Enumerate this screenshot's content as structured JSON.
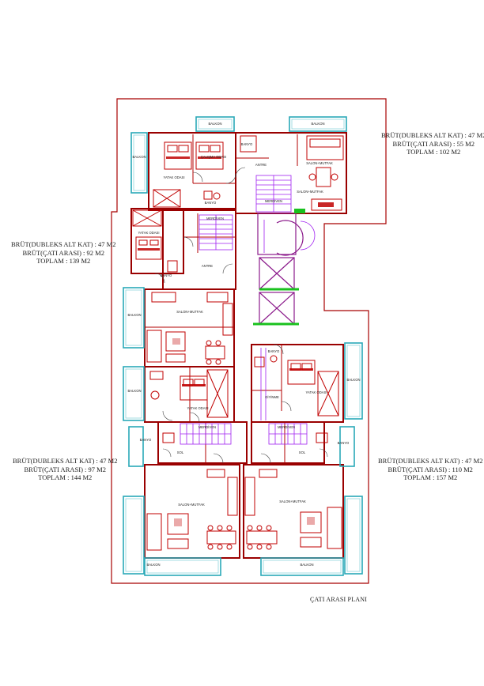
{
  "plan_title": "ÇATI ARASI PLANI",
  "units": {
    "top_right": {
      "dubleks": "BRÜT(DUBLEKS ALT KAT) : 47 M2",
      "cati": "BRÜT(ÇATI ARASI) : 55 M2",
      "toplam": "TOPLAM : 102 M2"
    },
    "mid_left": {
      "dubleks": "BRÜT(DUBLEKS ALT KAT) : 47 M2",
      "cati": "BRÜT(ÇATI ARASI) : 92 M2",
      "toplam": "TOPLAM : 139 M2"
    },
    "bottom_left": {
      "dubleks": "BRÜT(DUBLEKS ALT KAT) : 47 M2",
      "cati": "BRÜT(ÇATI ARASI) : 97 M2",
      "toplam": "TOPLAM : 144 M2"
    },
    "bottom_right": {
      "dubleks": "BRÜT(DUBLEKS ALT KAT) : 47 M2",
      "cati": "BRÜT(ÇATI ARASI) : 110 M2",
      "toplam": "TOPLAM : 157 M2"
    }
  },
  "rooms": {
    "balkon_top_a": "BALKON",
    "balkon_top_b": "BALKON",
    "balkon_left_top": "BALKON",
    "yatak_top": "YATAK ODASI",
    "calisma": "ÇALIŞMA ODASI",
    "banyo_top": "BANYO",
    "antre_top": "ANTRE",
    "salon_top": "SALON+MUTFAK",
    "salon_top_2": "SALON+MUTFAK",
    "yatak_mid": "YATAK ODASI",
    "banyo_mid": "BANYO",
    "antre_mid": "ANTRE",
    "merdiven_a": "MERDİVEN",
    "balkon_mid": "BALKON",
    "salon_mid": "SALON+MUTFAK",
    "balkon_mid2": "BALKON",
    "yatak_mid2": "YATAK ODASI",
    "banyo_right": "BANYO",
    "yatak_right": "YATAK ODASI",
    "giyinme": "GİYİNME",
    "balkon_right": "BALKON",
    "merdiven_b": "MERDİVEN",
    "merdiven_c": "MERDİVEN",
    "banyo_bl": "BANYO",
    "sol_bl": "SOL",
    "sol_br": "SOL",
    "banyo_br": "BANYO",
    "salon_bl": "SALON+MUTFAK",
    "salon_br": "SALON+MUTFAK",
    "balkon_bl": "BALKON",
    "balkon_br": "BALKON"
  },
  "colors": {
    "wall": "#a80000",
    "furniture": "#c00000",
    "glass": "#2aa9b8",
    "stair": "#a020f0",
    "core": "#8b1a8b",
    "accent_green": "#19c11e"
  }
}
